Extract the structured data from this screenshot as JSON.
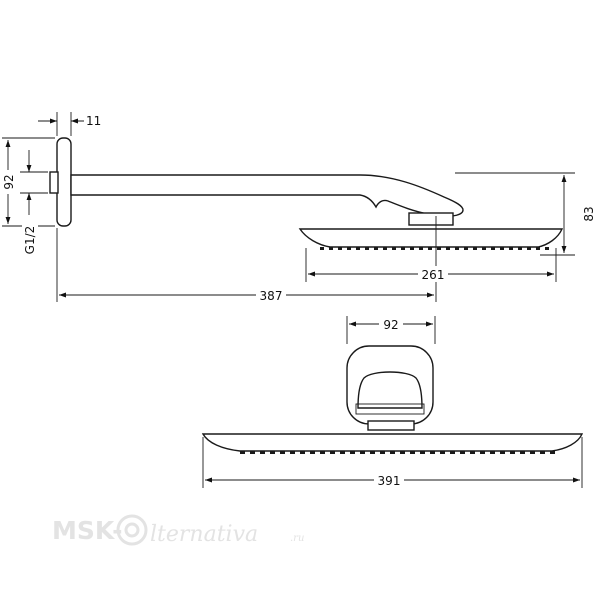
{
  "dimensions": {
    "flange_depth": "11",
    "flange_height": "92",
    "thread": "G1/2",
    "arm_length": "387",
    "head_width_side": "261",
    "head_height": "83",
    "mount_width": "92",
    "head_width_front": "391"
  },
  "watermark": {
    "brand_left": "MSK-",
    "brand_right": "lternativa",
    "suffix": ".ru"
  }
}
